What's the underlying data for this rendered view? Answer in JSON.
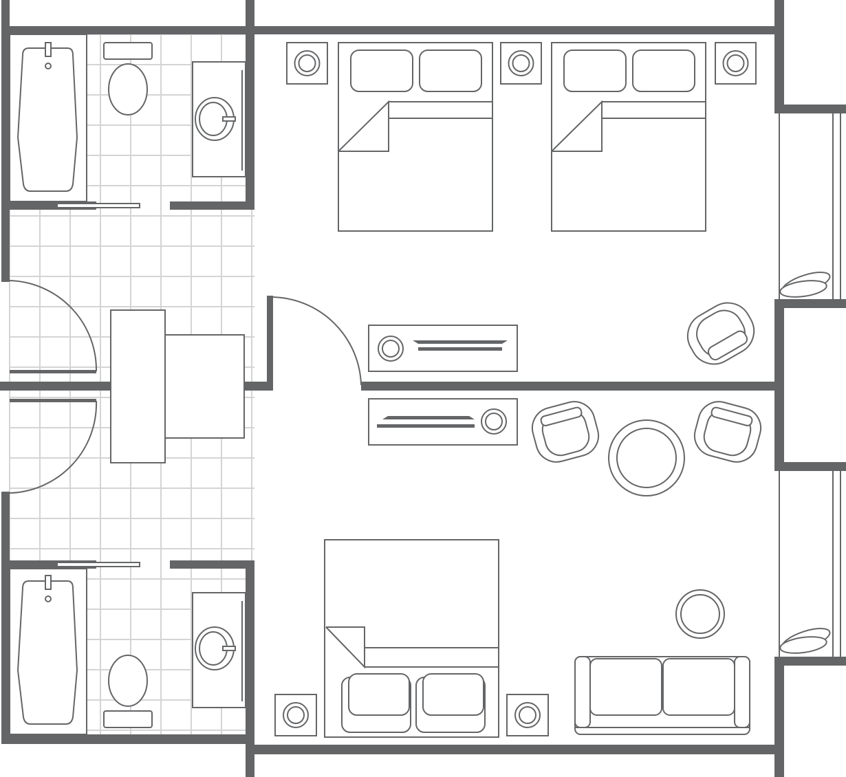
{
  "plan": {
    "colors": {
      "wall": "#646567",
      "line": "#646567",
      "tile": "#d4d4d4",
      "background": "#ffffff"
    },
    "rooms": [
      "bathroom-top",
      "bathroom-bottom",
      "corridor",
      "bedroom-two-beds",
      "bedroom-one-bed"
    ]
  }
}
